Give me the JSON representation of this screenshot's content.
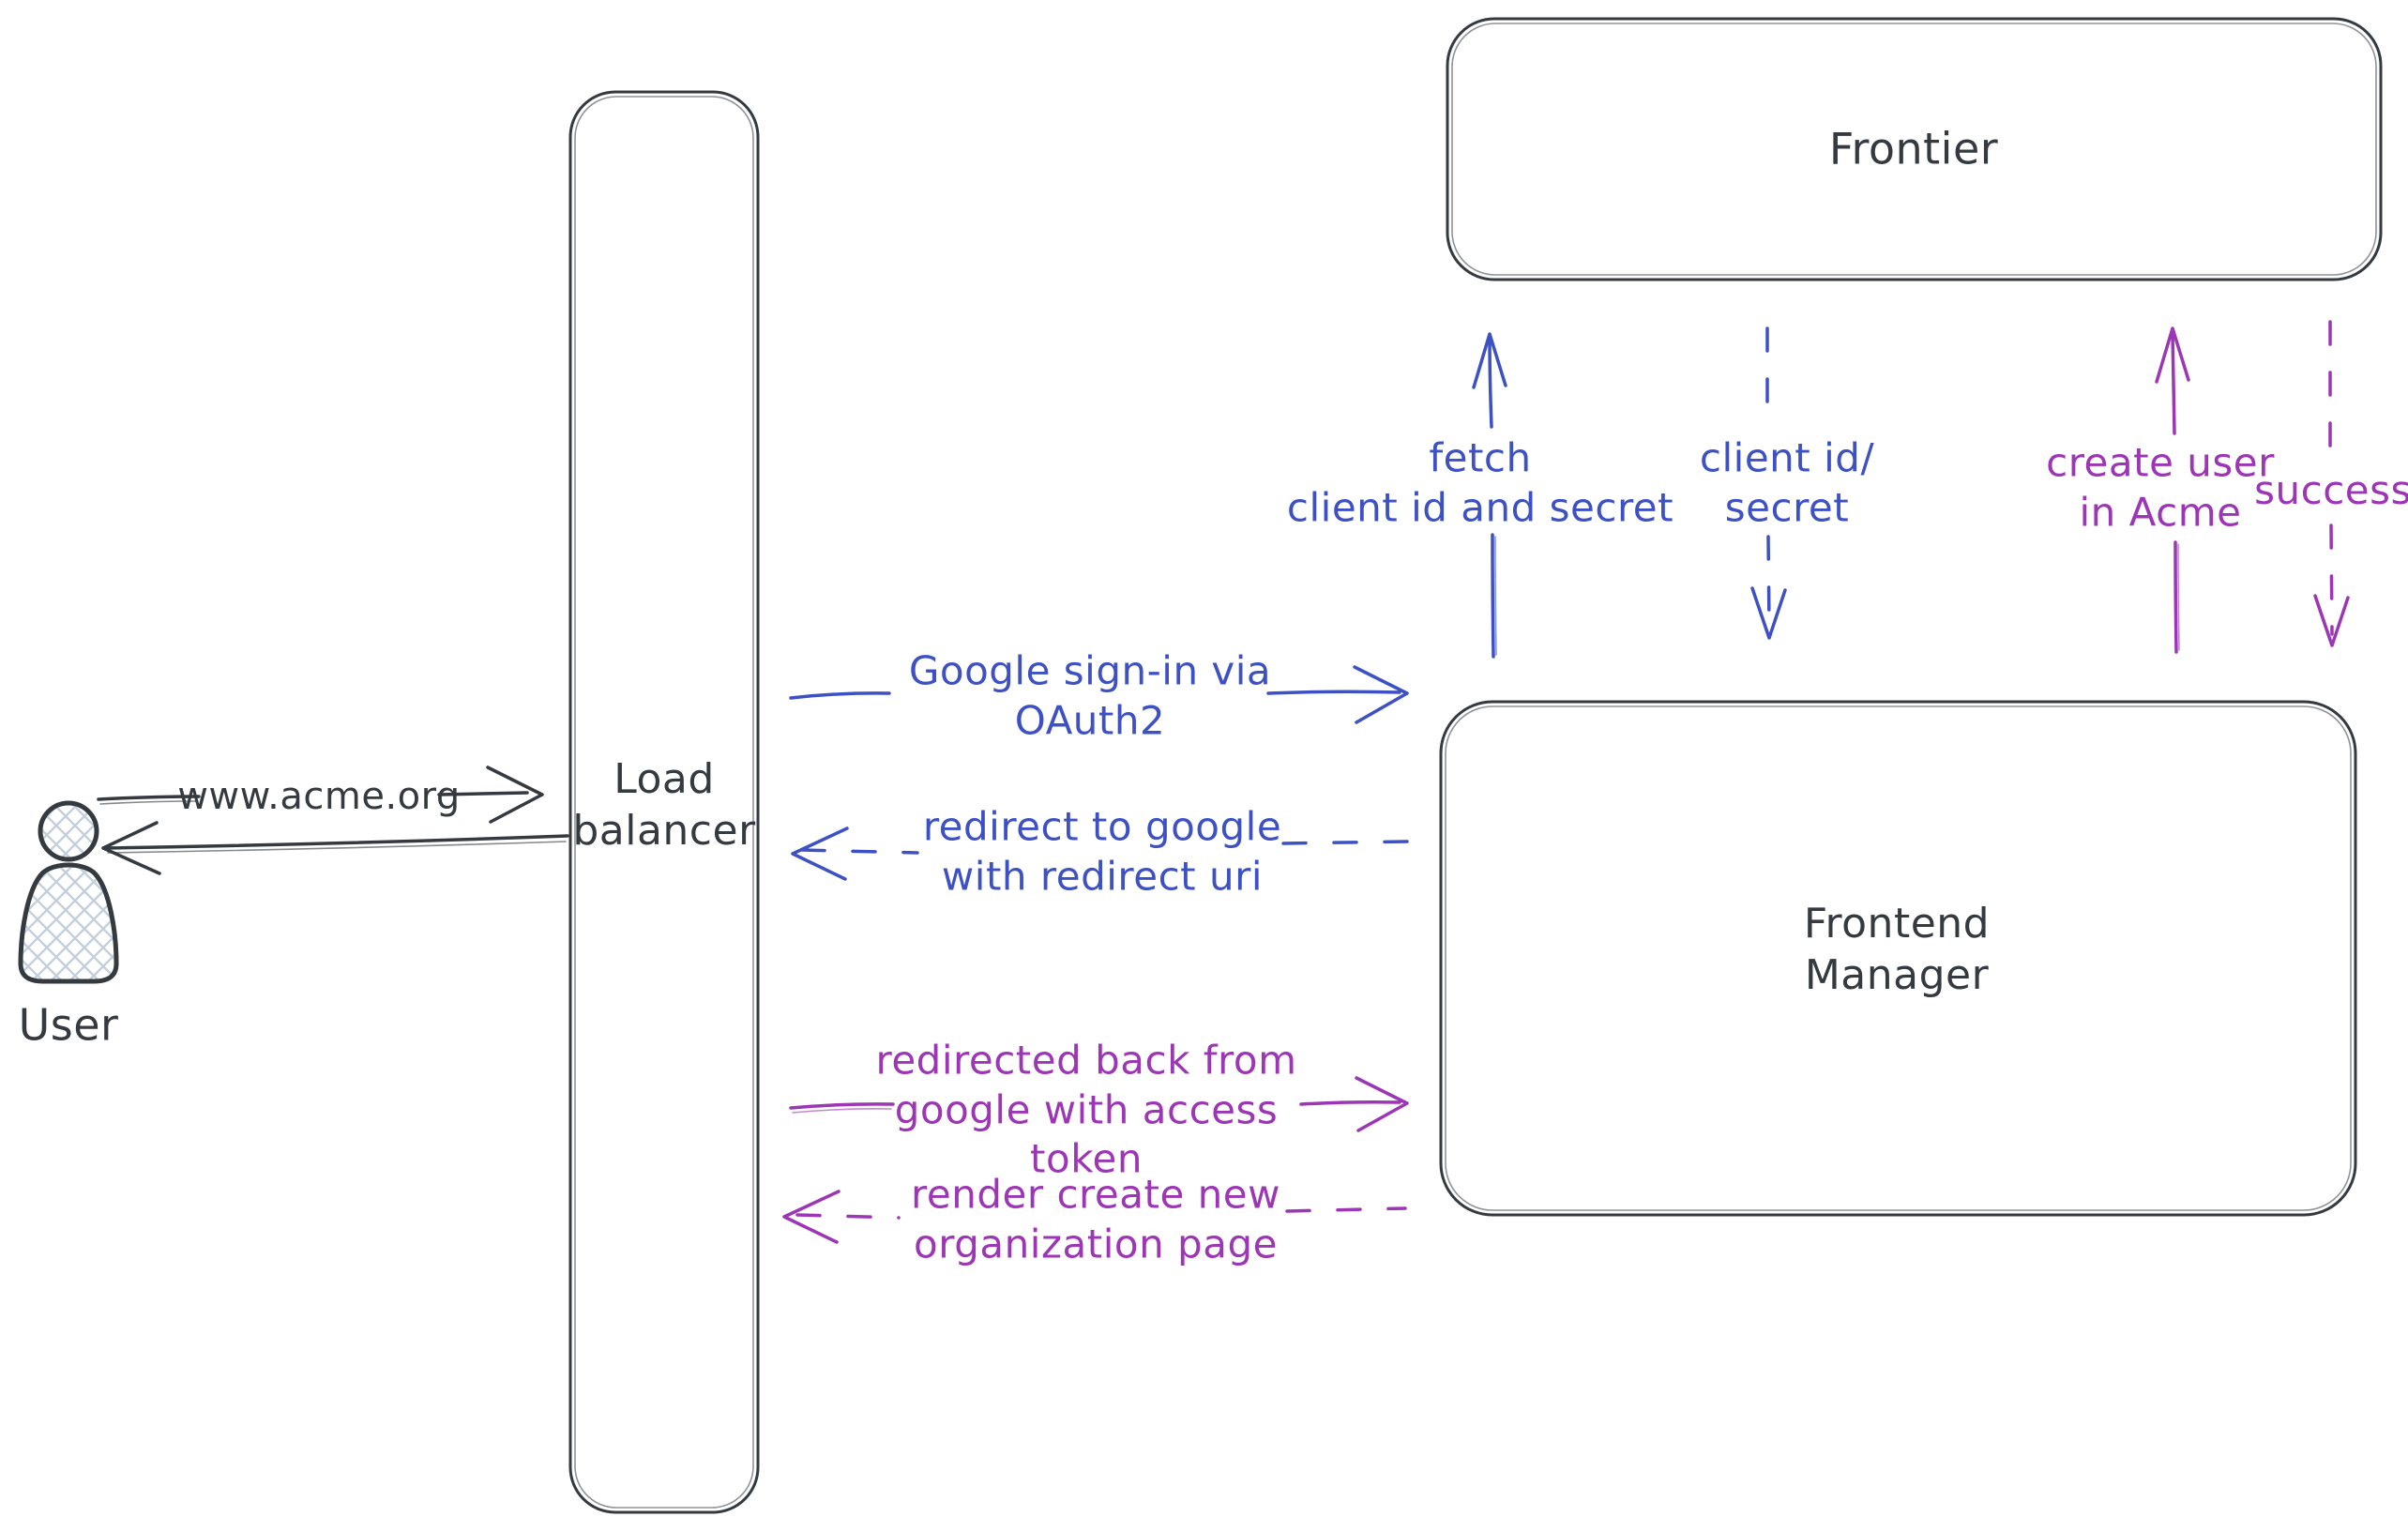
{
  "diagram": {
    "type": "sequence-flow-sketch",
    "background": "#ffffff",
    "colors": {
      "ink": "#343a40",
      "blue": "#3d51c4",
      "purple": "#9c36b5",
      "hatch_fill": "#c6d1dd"
    },
    "nodes": {
      "user": {
        "label": "User",
        "shape": "person-icon"
      },
      "load_balancer": {
        "label": "Load\nbalancer",
        "shape": "tall-rounded-rect"
      },
      "frontier": {
        "label": "Frontier",
        "shape": "rounded-rect"
      },
      "frontend_manager": {
        "label": "Frontend\nManager",
        "shape": "rounded-rect"
      }
    },
    "arrows": {
      "www_acme": {
        "label": "www.acme.org",
        "from": "user",
        "to": "load_balancer",
        "style": "solid",
        "direction": "right",
        "color": "ink"
      },
      "response_to_user": {
        "label": "",
        "from": "load_balancer",
        "to": "user",
        "style": "solid",
        "direction": "left",
        "color": "ink"
      },
      "google_signin": {
        "label": "Google sign-in via\nOAuth2",
        "from": "load_balancer",
        "to": "frontend_manager",
        "style": "solid",
        "direction": "right",
        "color": "blue"
      },
      "redirect_google": {
        "label": "redirect to google\nwith redirect uri",
        "from": "frontend_manager",
        "to": "load_balancer",
        "style": "dashed",
        "direction": "left",
        "color": "blue"
      },
      "redirected_back": {
        "label": "redirected back from\ngoogle with access\ntoken",
        "from": "load_balancer",
        "to": "frontend_manager",
        "style": "solid",
        "direction": "right",
        "color": "purple"
      },
      "render_org_page": {
        "label": "render create new\norganization page",
        "from": "frontend_manager",
        "to": "load_balancer",
        "style": "dashed",
        "direction": "left",
        "color": "purple"
      },
      "fetch_client": {
        "label": "fetch\nclient id and secret",
        "from": "frontend_manager",
        "to": "frontier",
        "style": "solid",
        "direction": "up",
        "color": "blue"
      },
      "client_id_secret": {
        "label": "client id/\nsecret",
        "from": "frontier",
        "to": "frontend_manager",
        "style": "dashed",
        "direction": "down",
        "color": "blue"
      },
      "create_user": {
        "label": "create user\nin Acme",
        "from": "frontend_manager",
        "to": "frontier",
        "style": "solid",
        "direction": "up",
        "color": "purple"
      },
      "success": {
        "label": "success",
        "from": "frontier",
        "to": "frontend_manager",
        "style": "dashed",
        "direction": "down",
        "color": "purple"
      }
    }
  }
}
